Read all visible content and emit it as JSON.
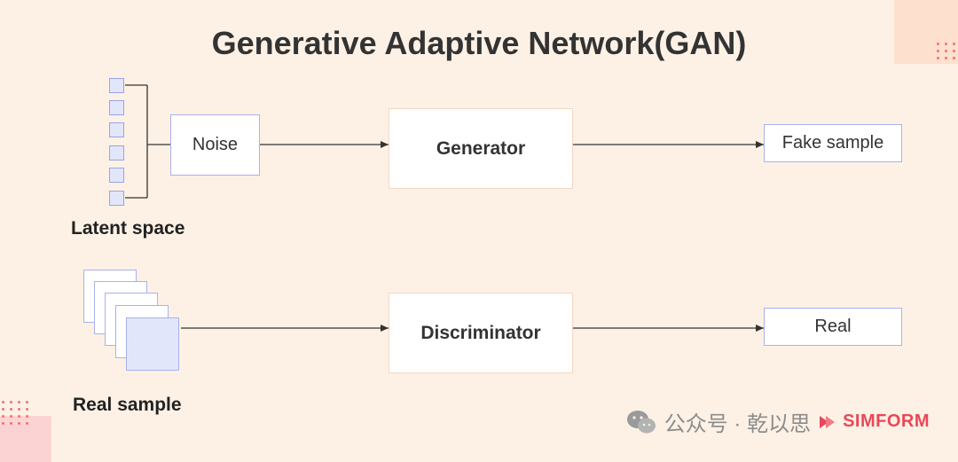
{
  "title": "Generative Adaptive Network(GAN)",
  "nodes": {
    "noise": "Noise",
    "generator": "Generator",
    "fake_sample": "Fake sample",
    "discriminator": "Discriminator",
    "real": "Real"
  },
  "labels": {
    "latent_space": "Latent space",
    "real_sample": "Real sample"
  },
  "watermark": {
    "channel_text": "公众号 · 乾以思",
    "brand": "SIMFORM"
  },
  "colors": {
    "background": "#fdf1e5",
    "box_border_blue": "#aab1ee",
    "box_border_peach": "#f4d6c4",
    "latent_fill": "#e2e6fb",
    "accent_red": "#ef7070"
  }
}
